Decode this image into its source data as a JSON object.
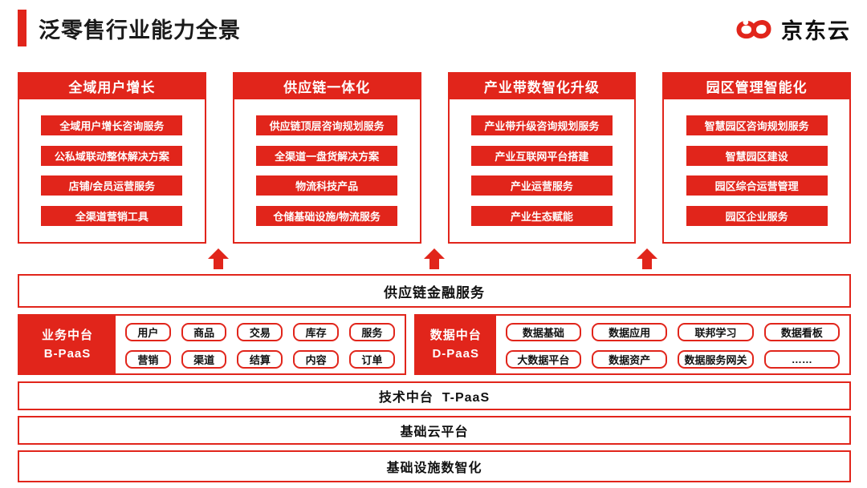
{
  "page": {
    "title": "泛零售行业能力全景"
  },
  "logo": {
    "text": "京东云"
  },
  "colors": {
    "brand_red": "#E1251B",
    "text_dark": "#111111",
    "background": "#ffffff"
  },
  "columns": [
    {
      "header": "全域用户增长",
      "items": [
        "全域用户增长咨询服务",
        "公私域联动整体解决方案",
        "店铺/会员运营服务",
        "全渠道营销工具"
      ]
    },
    {
      "header": "供应链一体化",
      "items": [
        "供应链顶层咨询规划服务",
        "全渠道一盘货解决方案",
        "物流科技产品",
        "仓储基础设施/物流服务"
      ]
    },
    {
      "header": "产业带数智化升级",
      "items": [
        "产业带升级咨询规划服务",
        "产业互联网平台搭建",
        "产业运营服务",
        "产业生态赋能"
      ]
    },
    {
      "header": "园区管理智能化",
      "items": [
        "智慧园区咨询规划服务",
        "智慧园区建设",
        "园区综合运营管理",
        "园区企业服务"
      ]
    }
  ],
  "finance_band": {
    "label": "供应链金融服务"
  },
  "bpaas": {
    "title_line1": "业务中台",
    "title_line2": "B-PaaS",
    "items": [
      "用户",
      "商品",
      "交易",
      "库存",
      "服务",
      "营销",
      "渠道",
      "结算",
      "内容",
      "订单"
    ]
  },
  "dpaas": {
    "title_line1": "数据中台",
    "title_line2": "D-PaaS",
    "items": [
      "数据基础",
      "数据应用",
      "联邦学习",
      "数据看板",
      "大数据平台",
      "数据资产",
      "数据服务网关",
      "……"
    ]
  },
  "bottom_bands": [
    "技术中台  T-PaaS",
    "基础云平台",
    "基础设施数智化"
  ]
}
